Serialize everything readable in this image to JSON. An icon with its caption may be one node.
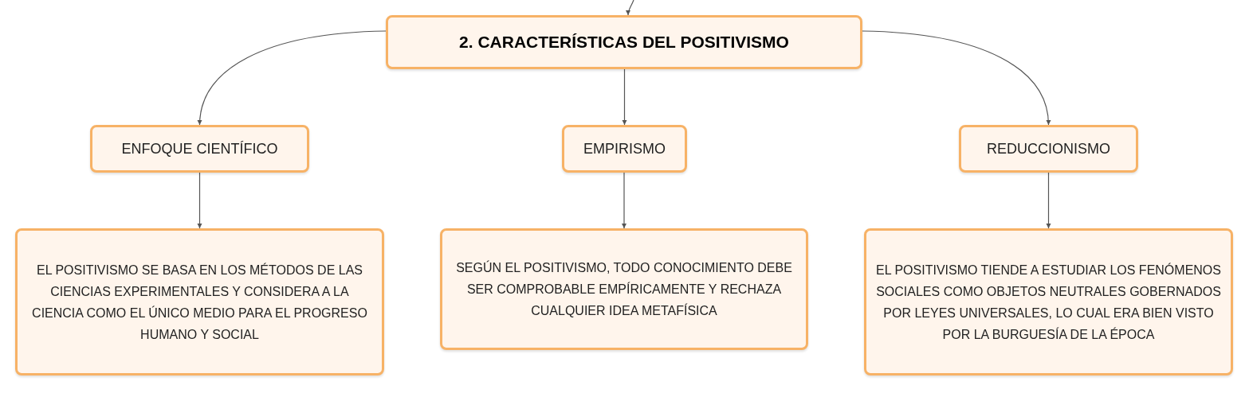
{
  "diagram": {
    "nodes": [
      {
        "text": [
          "2. CARACTERÍSTICAS DEL POSITIVISMO"
        ]
      },
      {
        "text": [
          "ENFOQUE CIENTÍFICO"
        ]
      },
      {
        "text": [
          "EMPIRISMO"
        ]
      },
      {
        "text": [
          "REDUCCIONISMO"
        ]
      },
      {
        "text": [
          "EL POSITIVISMO SE BASA EN LOS MÉTODOS DE LAS CIENCIAS EXPERIMENTALES Y CONSIDERA A LA CIENCIA COMO EL ÚNICO MEDIO PARA EL PROGRESO HUMANO Y SOCIAL"
        ]
      },
      {
        "text": [
          "SEGÚN EL POSITIVISMO, TODO CONOCIMIENTO DEBE SER COMPROBABLE EMPÍRICAMENTE Y RECHAZA CUALQUIER IDEA METAFÍSICA"
        ]
      },
      {
        "text": [
          "EL POSITIVISMO TIENDE A ESTUDIAR LOS FENÓMENOS SOCIALES COMO OBJETOS NEUTRALES GOBERNADOS POR LEYES UNIVERSALES, LO CUAL ERA BIEN VISTO POR LA BURGUESÍA DE LA ÉPOCA"
        ]
      }
    ],
    "edges": [
      {
        "from": null,
        "to": 0,
        "arrow": "to"
      },
      {
        "from": 0,
        "to": 1,
        "arrow": "to"
      },
      {
        "from": 0,
        "to": 2,
        "arrow": "to"
      },
      {
        "from": 0,
        "to": 3,
        "arrow": "to"
      },
      {
        "from": 1,
        "to": 4,
        "arrow": "to"
      },
      {
        "from": 2,
        "to": 5,
        "arrow": "to"
      },
      {
        "from": 3,
        "to": 6,
        "arrow": "to"
      }
    ]
  }
}
